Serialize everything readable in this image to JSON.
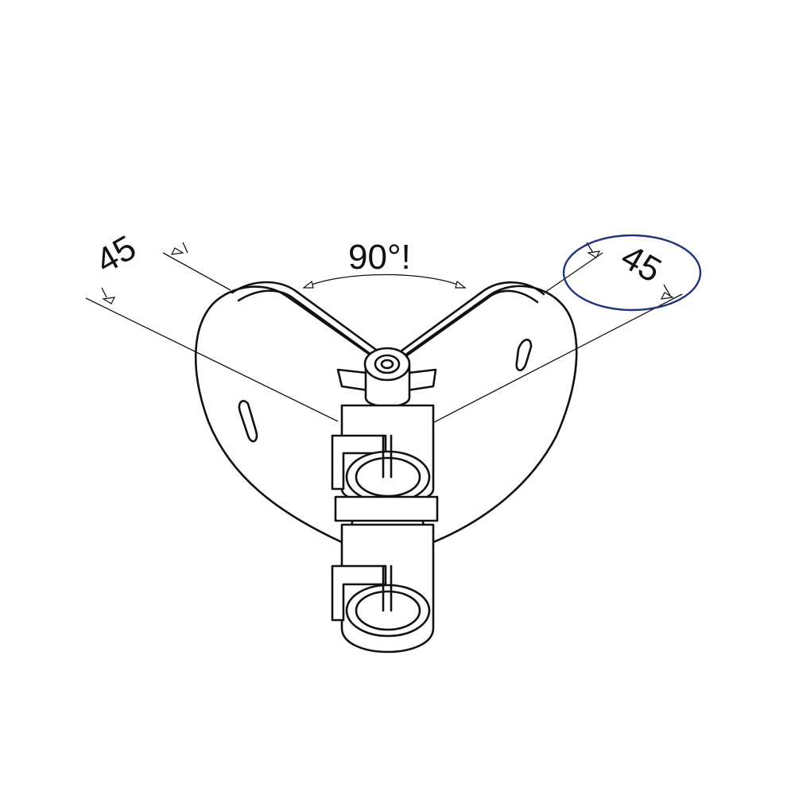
{
  "dimensions": {
    "left_width": "45",
    "right_width": "45",
    "angle": "90°!"
  },
  "colors": {
    "line": "#111111",
    "highlight_ellipse": "#1f3380",
    "background": "#ffffff"
  }
}
